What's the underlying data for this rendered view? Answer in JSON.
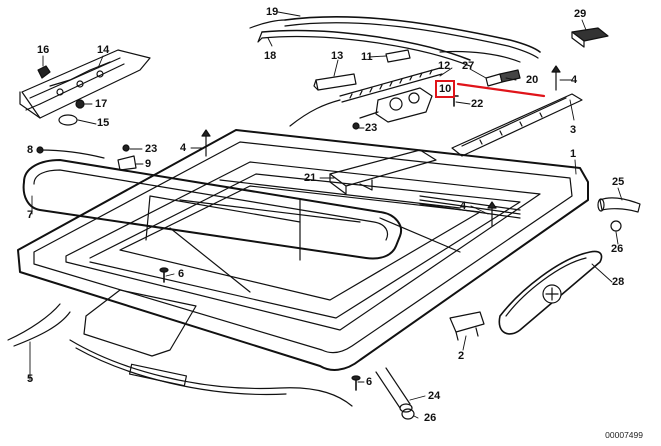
{
  "parts": {
    "p1": "1",
    "p2": "2",
    "p3": "3",
    "p4a": "4",
    "p4b": "4",
    "p4c": "4",
    "p5": "5",
    "p6a": "6",
    "p6b": "6",
    "p7": "7",
    "p8": "8",
    "p9": "9",
    "p10": "10",
    "p11": "11",
    "p12": "12",
    "p13": "13",
    "p14": "14",
    "p15": "15",
    "p16": "16",
    "p17": "17",
    "p18": "18",
    "p19": "19",
    "p20": "20",
    "p21": "21",
    "p22": "22",
    "p23a": "23",
    "p23b": "23",
    "p24": "24",
    "p25": "25",
    "p26a": "26",
    "p26b": "26",
    "p27": "27",
    "p28": "28",
    "p29": "29"
  },
  "highlight": {
    "part": "10",
    "color": "#e0141a"
  },
  "reference": "00007499"
}
